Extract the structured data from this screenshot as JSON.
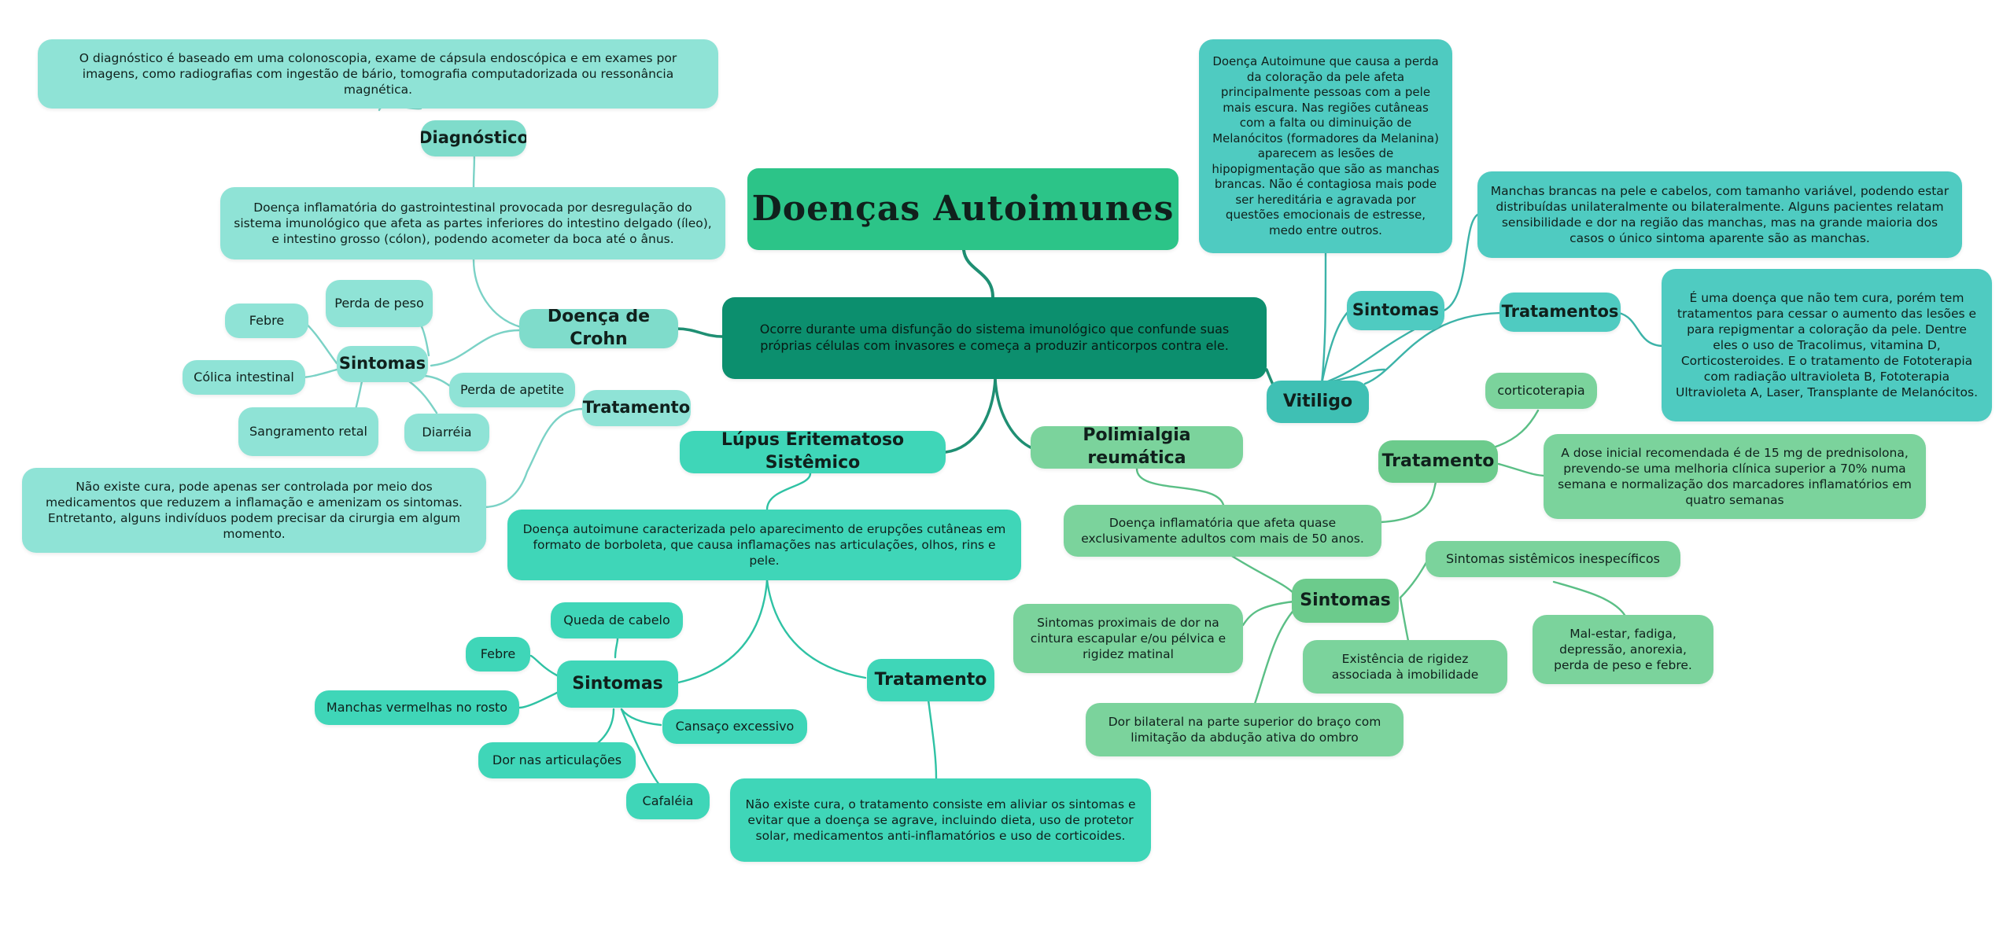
{
  "title": "Doenças Autoimunes",
  "definition": "Ocorre durante uma disfunção do sistema imunológico que confunde suas próprias células com invasores e começa a produzir anticorpos contra ele.",
  "crohn": {
    "name": "Doença de Crohn",
    "description": "Doença inflamatória do gastrointestinal provocada por desregulação do sistema imunológico que afeta as partes inferiores do intestino delgado (íleo), e intestino grosso (cólon), podendo acometer da boca até o ânus.",
    "diagnosis_label": "Diagnóstico",
    "diagnosis_text": "O diagnóstico é baseado em uma colonoscopia, exame de cápsula endoscópica e em exames por imagens, como radiografias com ingestão de bário, tomografia computadorizada ou ressonância magnética.",
    "symptoms_label": "Sintomas",
    "symptoms": [
      "Perda de peso",
      "Febre",
      "Cólica intestinal",
      "Sangramento retal",
      "Diarréia",
      "Perda de apetite"
    ],
    "treatment_label": "Tratamento",
    "treatment_text": "Não existe cura, pode apenas ser controlada por meio dos medicamentos que reduzem a inflamação e amenizam os sintomas. Entretanto, alguns indivíduos podem precisar da cirurgia em algum momento."
  },
  "lupus": {
    "name": "Lúpus Eritematoso Sistêmico",
    "description": "Doença autoimune caracterizada pelo aparecimento de erupções cutâneas em formato de borboleta, que causa inflamações nas articulações, olhos, rins e pele.",
    "symptoms_label": "Sintomas",
    "symptoms": [
      "Queda de cabelo",
      "Febre",
      "Manchas vermelhas no rosto",
      "Cansaço excessivo",
      "Dor nas articulações",
      "Cafaléia"
    ],
    "treatment_label": "Tratamento",
    "treatment_text": "Não existe cura, o tratamento consiste em aliviar os sintomas e evitar que a doença se agrave, incluindo dieta, uso de protetor solar, medicamentos anti-inflamatórios e uso de corticoides."
  },
  "poly": {
    "name": "Polimialgia reumática",
    "description": "Doença inflamatória que afeta quase exclusivamente adultos com mais de 50 anos.",
    "treatment_label": "Tratamento",
    "treatment_tag": "corticoterapia",
    "treatment_text": "A dose inicial recomendada é de 15 mg de prednisolona, prevendo-se uma melhoria clínica superior a 70% numa semana e normalização dos marcadores inflamatórios em quatro semanas",
    "symptoms_label": "Sintomas",
    "symptom_proximal": "Sintomas proximais de dor na cintura escapular e/ou pélvica e rigidez matinal",
    "symptom_systemic": "Sintomas sistêmicos inespecíficos",
    "symptom_systemic_detail": "Mal-estar, fadiga, depressão, anorexia, perda de peso e febre.",
    "symptom_rigidity": "Existência de rigidez associada à imobilidade",
    "symptom_arm": "Dor bilateral na parte superior do braço com limitação da abdução ativa do ombro"
  },
  "vitiligo": {
    "name": "Vitiligo",
    "description": "Doença Autoimune que causa a perda da coloração da pele afeta principalmente pessoas com a pele mais escura. Nas regiões cutâneas com a falta ou diminuição de Melanócitos (formadores da Melanina) aparecem as lesões de hipopigmentação que são as manchas brancas. Não é contagiosa mais pode ser hereditária e agravada por questões emocionais de estresse, medo entre outros.",
    "symptoms_label": "Sintomas",
    "symptoms_text": "Manchas brancas na pele e cabelos, com tamanho variável, podendo estar distribuídas unilateralmente ou bilateralmente. Alguns pacientes relatam sensibilidade e dor na região das manchas, mas na grande maioria dos casos o único sintoma aparente são as manchas.",
    "treatments_label": "Tratamentos",
    "treatments_text": "É uma doença que não tem cura, porém tem tratamentos para cessar o aumento das lesões e para repigmentar a coloração da pele. Dentre eles o uso de Tracolimus, vitamina D, Corticosteroides. E o tratamento de Fototerapia com radiação ultravioleta B, Fototerapia Ultravioleta A, Laser, Transplante de Melanócitos."
  }
}
